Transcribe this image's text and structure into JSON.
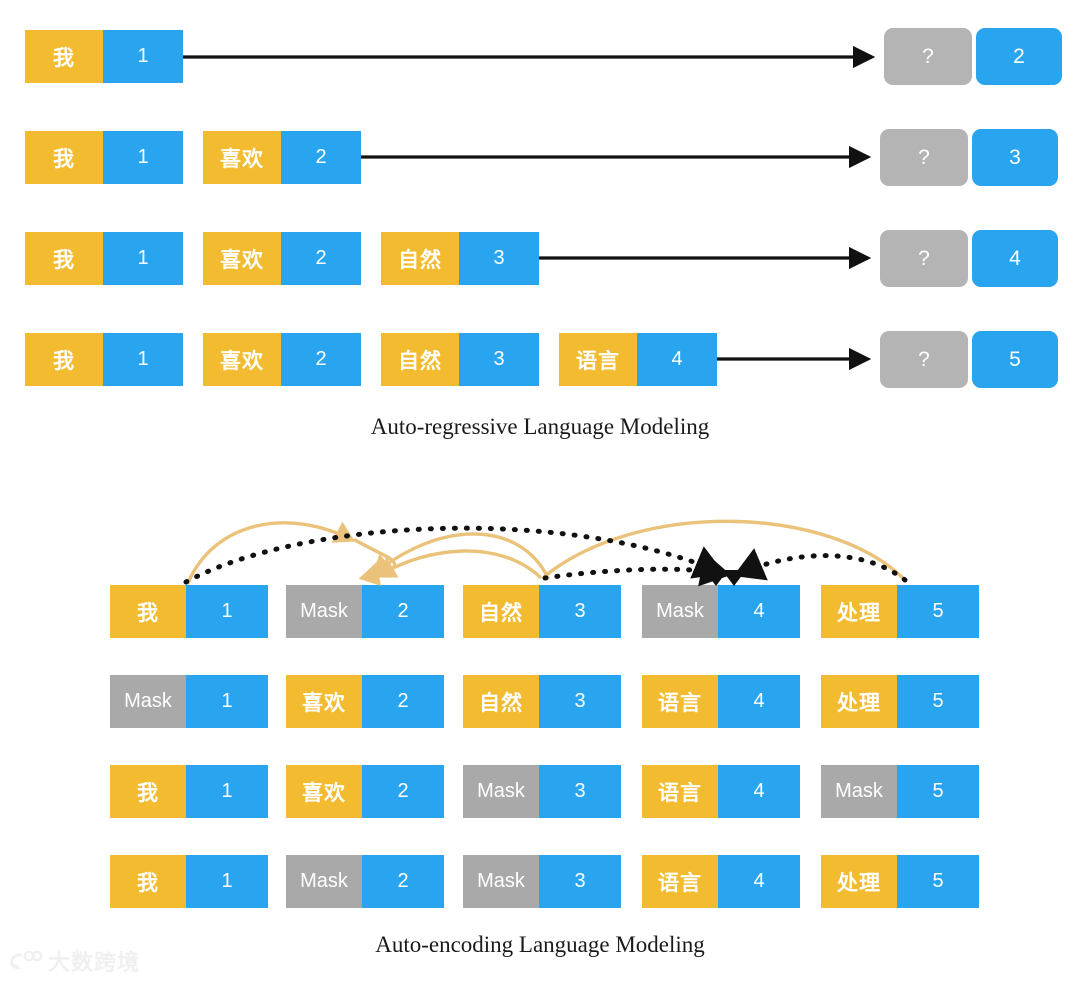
{
  "colors": {
    "word_orange": "#F2BB30",
    "index_blue": "#29A5F0",
    "mask_gray": "#A9A9A9",
    "predict_gray": "#B4B4B4",
    "arrow_black": "#111111",
    "arrow_orange": "#EAC27A",
    "background": "#FFFFFF"
  },
  "autoregressive": {
    "caption": "Auto-regressive Language Modeling",
    "rows": [
      {
        "tokens": [
          {
            "word": "我",
            "num": "1",
            "masked": false
          }
        ],
        "predict": {
          "word": "?",
          "num": "2"
        }
      },
      {
        "tokens": [
          {
            "word": "我",
            "num": "1",
            "masked": false
          },
          {
            "word": "喜欢",
            "num": "2",
            "masked": false
          }
        ],
        "predict": {
          "word": "?",
          "num": "3"
        }
      },
      {
        "tokens": [
          {
            "word": "我",
            "num": "1",
            "masked": false
          },
          {
            "word": "喜欢",
            "num": "2",
            "masked": false
          },
          {
            "word": "自然",
            "num": "3",
            "masked": false
          }
        ],
        "predict": {
          "word": "?",
          "num": "4"
        }
      },
      {
        "tokens": [
          {
            "word": "我",
            "num": "1",
            "masked": false
          },
          {
            "word": "喜欢",
            "num": "2",
            "masked": false
          },
          {
            "word": "自然",
            "num": "3",
            "masked": false
          },
          {
            "word": "语言",
            "num": "4",
            "masked": false
          }
        ],
        "predict": {
          "word": "?",
          "num": "5"
        }
      }
    ]
  },
  "autoencoding": {
    "caption": "Auto-encoding Language Modeling",
    "rows": [
      {
        "tokens": [
          {
            "word": "我",
            "num": "1",
            "masked": false
          },
          {
            "word": "Mask",
            "num": "2",
            "masked": true
          },
          {
            "word": "自然",
            "num": "3",
            "masked": false
          },
          {
            "word": "Mask",
            "num": "4",
            "masked": true
          },
          {
            "word": "处理",
            "num": "5",
            "masked": false
          }
        ]
      },
      {
        "tokens": [
          {
            "word": "Mask",
            "num": "1",
            "masked": true
          },
          {
            "word": "喜欢",
            "num": "2",
            "masked": false
          },
          {
            "word": "自然",
            "num": "3",
            "masked": false
          },
          {
            "word": "语言",
            "num": "4",
            "masked": false
          },
          {
            "word": "处理",
            "num": "5",
            "masked": false
          }
        ]
      },
      {
        "tokens": [
          {
            "word": "我",
            "num": "1",
            "masked": false
          },
          {
            "word": "喜欢",
            "num": "2",
            "masked": false
          },
          {
            "word": "Mask",
            "num": "3",
            "masked": true
          },
          {
            "word": "语言",
            "num": "4",
            "masked": false
          },
          {
            "word": "Mask",
            "num": "5",
            "masked": true
          }
        ]
      },
      {
        "tokens": [
          {
            "word": "我",
            "num": "1",
            "masked": false
          },
          {
            "word": "Mask",
            "num": "2",
            "masked": true
          },
          {
            "word": "Mask",
            "num": "3",
            "masked": true
          },
          {
            "word": "语言",
            "num": "4",
            "masked": false
          },
          {
            "word": "处理",
            "num": "5",
            "masked": false
          }
        ]
      }
    ]
  },
  "watermark": {
    "text": "大数跨境"
  }
}
